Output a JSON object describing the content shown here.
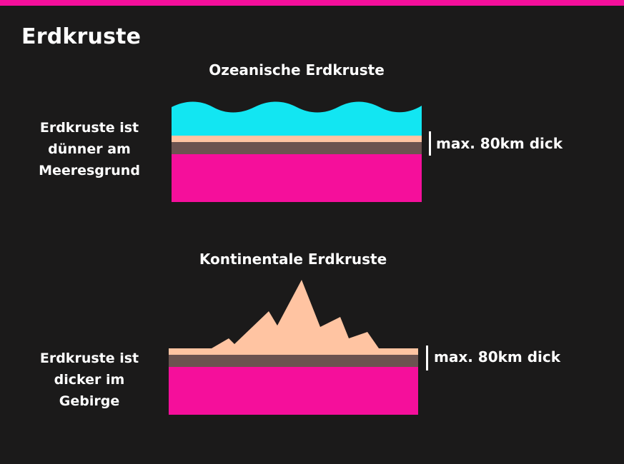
{
  "page": {
    "title": "Erdkruste",
    "accent_color": "#f50f9b"
  },
  "oceanic": {
    "title": "Ozeanische Erdkruste",
    "description": [
      "Erdkruste ist",
      "dünner am",
      "Meeresgrund"
    ],
    "thickness_label": "max. 80km dick"
  },
  "continental": {
    "title": "Kontinentale Erdkruste",
    "description": [
      "Erdkruste ist",
      "dicker im",
      "Gebirge"
    ],
    "thickness_label": "max. 80km dick"
  },
  "colors": {
    "water": "#12e6f2",
    "crust": "#ffc4a2",
    "rock": "#6b5350",
    "mantle": "#f50f9b",
    "background": "#1b1a1a"
  }
}
